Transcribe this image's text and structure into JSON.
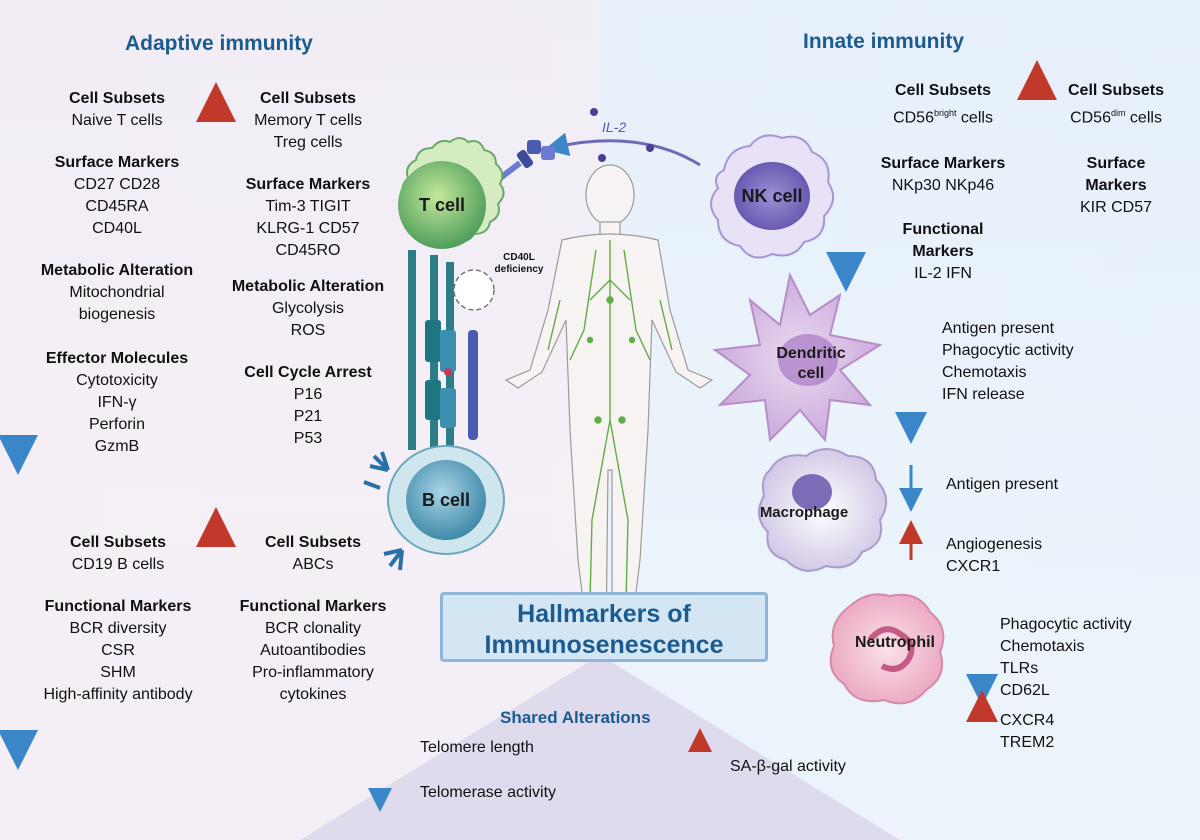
{
  "headings": {
    "adaptive": "Adaptive immunity",
    "innate": "Innate immunity"
  },
  "t_down": {
    "title1": "Cell Subsets",
    "lines1": [
      "Naive T cells"
    ],
    "title2": "Surface Markers",
    "lines2": [
      "CD27  CD28",
      "CD45RA",
      "CD40L"
    ],
    "title3": "Metabolic Alteration",
    "lines3": [
      "Mitochondrial",
      "biogenesis"
    ],
    "title4": "Effector Molecules",
    "lines4": [
      "Cytotoxicity",
      "IFN-γ",
      "Perforin",
      "GzmB"
    ]
  },
  "t_up": {
    "title1": "Cell Subsets",
    "lines1": [
      "Memory T cells",
      "Treg cells"
    ],
    "title2": "Surface Markers",
    "lines2": [
      "Tim-3 TIGIT",
      "KLRG-1 CD57",
      "CD45RO"
    ],
    "title3": "Metabolic Alteration",
    "lines3": [
      "Glycolysis",
      "ROS"
    ],
    "title4": "Cell Cycle Arrest",
    "lines4": [
      "P16",
      "P21",
      "P53"
    ]
  },
  "b_down": {
    "title1": "Cell Subsets",
    "lines1": [
      "CD19 B cells"
    ],
    "title2": "Functional Markers",
    "lines2": [
      "BCR diversity",
      "CSR",
      "SHM",
      "High-affinity antibody"
    ]
  },
  "b_up": {
    "title1": "Cell Subsets",
    "lines1": [
      "ABCs"
    ],
    "title2": "Functional Markers",
    "lines2": [
      "BCR clonality",
      "Autoantibodies",
      "Pro-inflammatory",
      "cytokines"
    ]
  },
  "nk_down": {
    "title1": "Cell Subsets",
    "cd56_base": "CD56",
    "cd56_sup": "bright",
    "cd56_tail": "  cells",
    "title2": "Surface Markers",
    "line2": "NKp30 NKp46",
    "title3a": "Functional",
    "title3b": "Markers",
    "line3": "IL-2   IFN"
  },
  "nk_up": {
    "title1": "Cell Subsets",
    "cd56_base": "CD56",
    "cd56_sup": "dim",
    "cd56_tail": "   cells",
    "title2a": "Surface",
    "title2b": "Markers",
    "line2": "KIR CD57"
  },
  "dc": [
    "Antigen present",
    "Phagocytic activity",
    "Chemotaxis",
    "IFN release"
  ],
  "mac_down": [
    "Antigen present"
  ],
  "mac_up": [
    "Angiogenesis",
    "CXCR1"
  ],
  "neu_down": [
    "Phagocytic activity",
    "Chemotaxis",
    "TLRs",
    "CD62L"
  ],
  "neu_up": [
    "CXCR4",
    "TREM2"
  ],
  "cells": {
    "t": "T cell",
    "b": "B cell",
    "nk": "NK cell",
    "dc1": "Dendritic",
    "dc2": "cell",
    "mac": "Macrophage",
    "neu": "Neutrophil"
  },
  "il2": "IL-2",
  "cd40l1": "CD40L",
  "cd40l2": "deficiency",
  "hallmark1": "Hallmarkers of",
  "hallmark2": "Immunosenescence",
  "shared": {
    "title": "Shared Alterations",
    "down": [
      "Telomere  length",
      "Telomerase  activity"
    ],
    "up": [
      "SA-β-gal activity"
    ]
  },
  "colors": {
    "down_arrow": "#3a86c8",
    "up_arrow": "#c0392b",
    "heading": "#1c5b8f"
  }
}
